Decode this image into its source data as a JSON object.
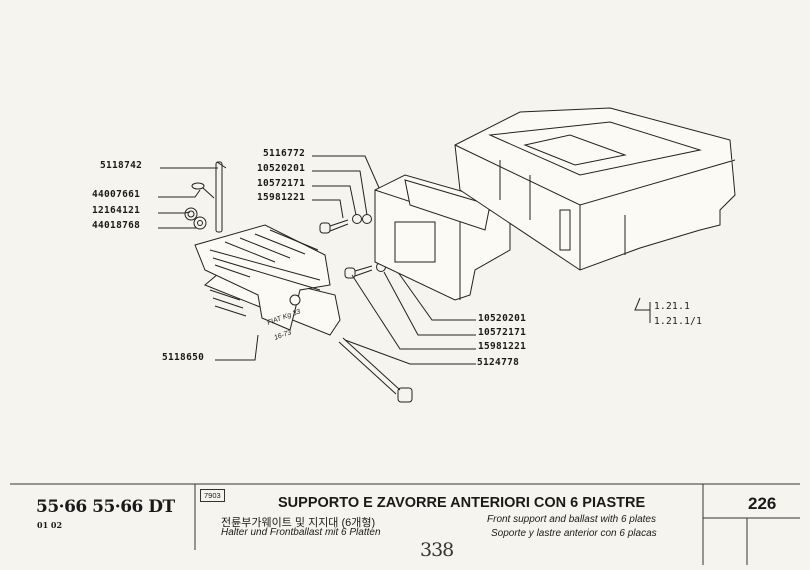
{
  "diagram": {
    "callouts_left": [
      "5118742",
      "44007661",
      "12164121",
      "44018768"
    ],
    "callouts_mid": [
      "5116772",
      "10520201",
      "10572171",
      "15981221"
    ],
    "callout_ballast": "5118650",
    "callouts_lower": [
      "10520201",
      "10572171",
      "15981221",
      "5124778"
    ],
    "references": [
      "1.21.1",
      "1.21.1/1"
    ],
    "ballast_marking": [
      "FIAT Kg 33",
      "16-73"
    ]
  },
  "footer": {
    "models": "55·66  55·66 DT",
    "model_codes": "01 02",
    "catalog_code": "7903",
    "title_it": "SUPPORTO E ZAVORRE ANTERIORI CON 6 PIASTRE",
    "title_ko": "전륜부가웨이트 및 지지대 (6개형)",
    "title_de": "Halter und Frontballast mit 6 Platten",
    "title_en": "Front support and ballast with 6 plates",
    "title_es": "Soporte y lastre anterior con 6 placas",
    "handwritten_number": "338",
    "page_number": "226"
  }
}
